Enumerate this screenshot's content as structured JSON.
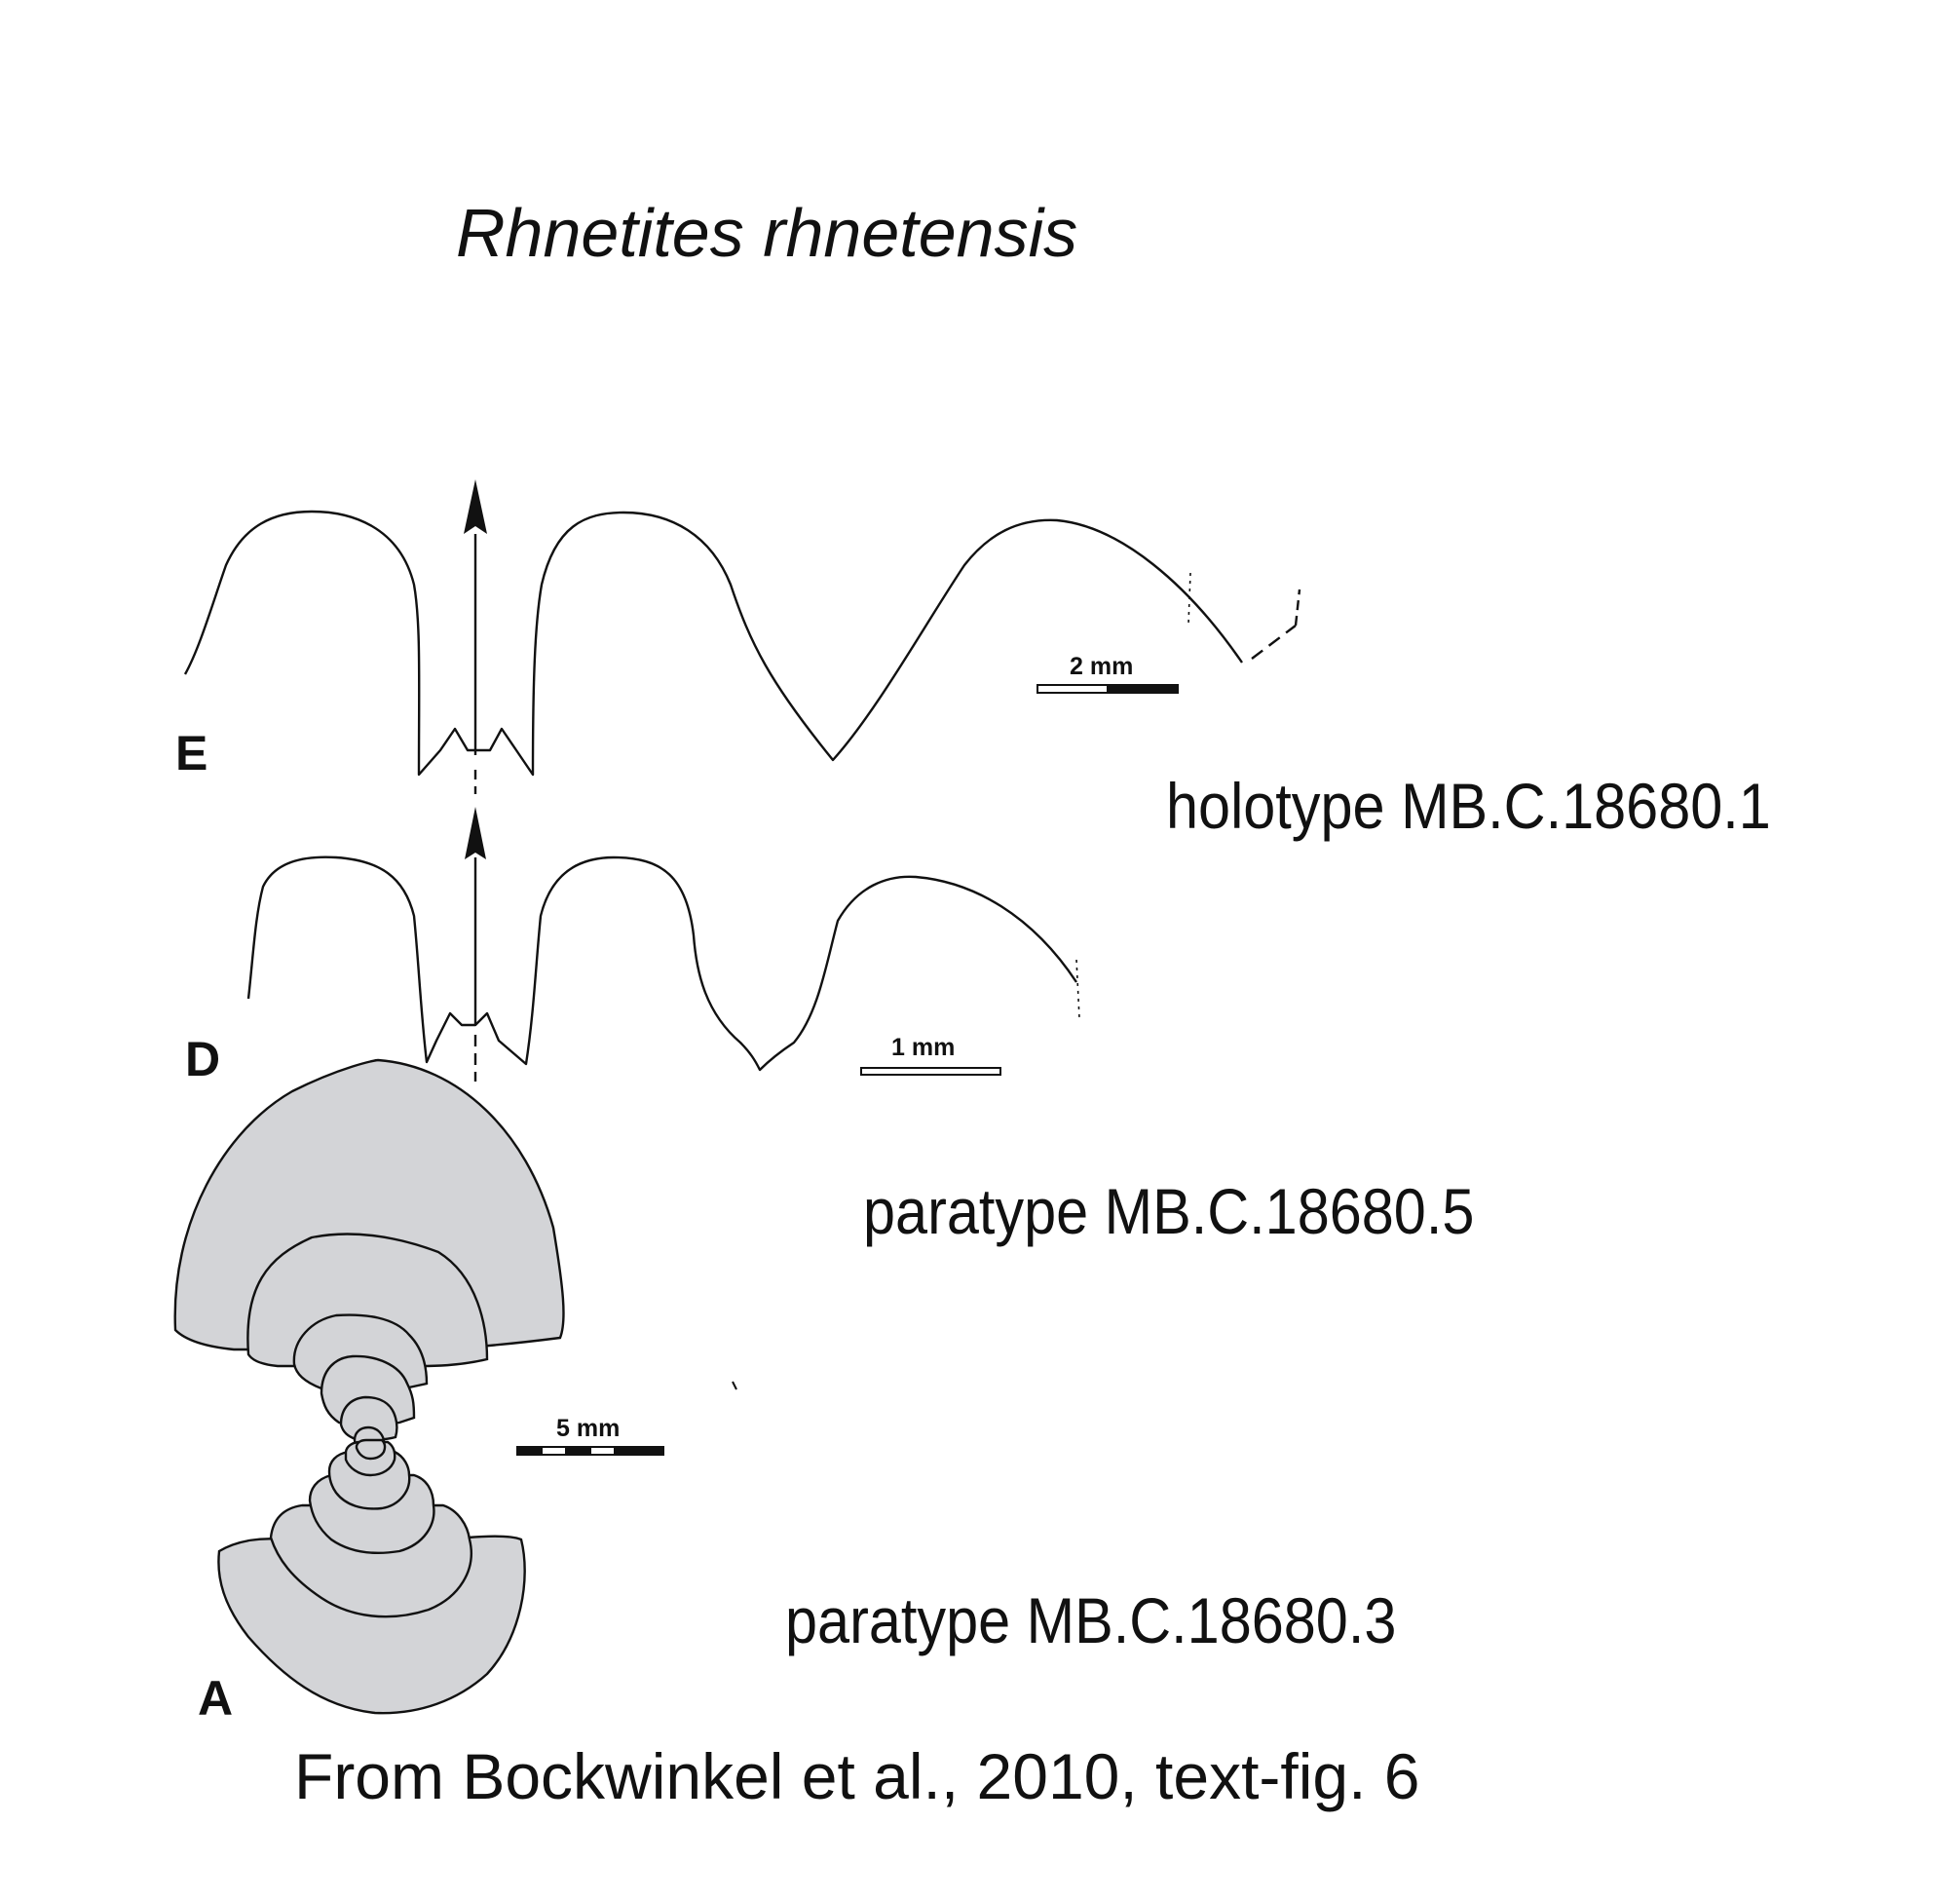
{
  "title": "Rhnetites rhnetensis",
  "panels": {
    "E": {
      "letter": "E",
      "specimen": "holotype MB.C.18680.1",
      "scale": "2 mm"
    },
    "D": {
      "letter": "D",
      "specimen": "paratype MB.C.18680.5",
      "scale": "1 mm"
    },
    "A": {
      "letter": "A",
      "specimen": "paratype MB.C.18680.3",
      "scale": "5 mm"
    }
  },
  "source": "From Bockwinkel et al., 2010, text-fig. 6",
  "colors": {
    "ink": "#111111",
    "whorl_fill": "#d3d4d7",
    "background": "#ffffff"
  }
}
